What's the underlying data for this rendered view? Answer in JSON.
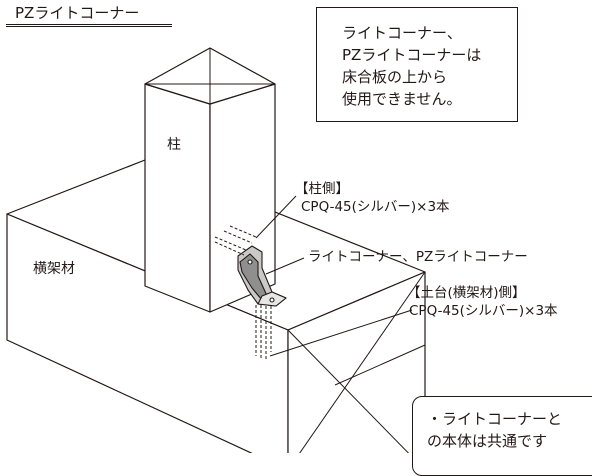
{
  "title": "PZライトコーナー",
  "note": {
    "lines": [
      "ライトコーナー、",
      "PZライトコーナーは",
      "床合板の上から",
      "使用できません。"
    ]
  },
  "labels": {
    "pillar": "柱",
    "beam": "横架材",
    "pillar_side_heading": "【柱側】",
    "pillar_side_screw": "CPQ-45(シルバー)×3本",
    "product": "ライトコーナー、PZライトコーナー",
    "base_side_heading": "【土台(横架材)側】",
    "base_side_screw": "CPQ-45(シルバー)×3本"
  },
  "bottom_note": {
    "lines": [
      "・ライトコーナーと",
      "の本体は共通です"
    ]
  }
}
